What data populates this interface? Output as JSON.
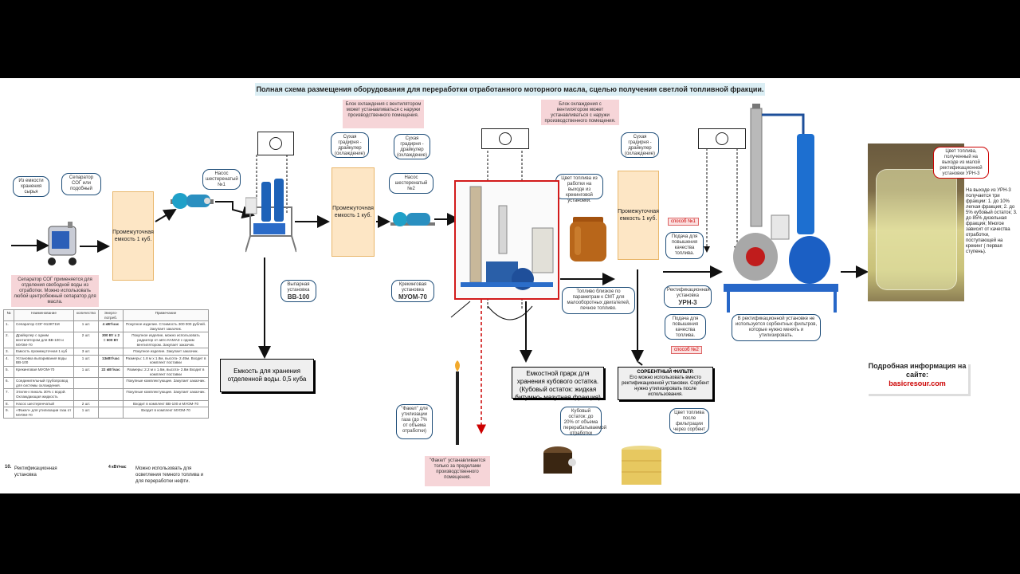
{
  "title": "Полная схема размещения оборудования для переработки отработанного моторного масла, сцелью получения светлой топливной фракции.",
  "callouts": {
    "raw_tank": "Из емкости хранения сырья",
    "separator": "Сепаратор СОГ или подобный",
    "pump1": "Насос шестеренатый №1",
    "dry_cooler1": "Сухая градирня - драйкулер (охлаждение)",
    "dry_cooler2": "Сухая градирня - драйкулер (охлаждение)",
    "pump2": "Насос шестеренатый №2",
    "fuel_color_muom": "Цвет топлива из работки на выходе из крекинговой установки.",
    "dry_cooler3": "Сухая градирня - драйкулер (охлаждение)",
    "vv100": "Выпарная установка",
    "vv100_name": "ВВ-100",
    "muom": "Крекинговая установка",
    "muom_name": "МУОМ-70",
    "fuel_similar": "Топливо близкое по параметрам к СМТ для малооборотных двигателей, печное топливо.",
    "supply_quality1": "Подача для повышения качества топлива.",
    "urn": "Ректификационная установка",
    "urn_name": "УРН-3",
    "supply_quality2": "Подача для повышения качества топлива.",
    "urn_note": "В ректификационной установке не используется сорбентных фильтров, которые нужно менять и утилизировать.",
    "fakel": "\"Факел\" для утилизации газа (до 7% от объема отработки)",
    "kubovy": "Кубовый остаток: до 20% от объема перерабатываемой отработки",
    "sorbent_color": "Цвет топлива после фильтрации через сорбент",
    "jar_label": "Цвет топлива, полученный на выходе из малой ректификационной установки УРН-3",
    "urn_output": "На выходе из УРН-3 получается три фракции: 1. до 10% легкая фракция; 2. до 5% кубовый остаток; 3. до 85% дизельная фракция; Многое зависит от качества отработки, поступающей на крекинг ( первая ступень)."
  },
  "notes": {
    "cooling1": "Блок охлаждения с вентилятором может устанавливаться с наружи производственного помещения.",
    "cooling2": "Блок охлаждения с вентилятором может устанавливаться с наружи производственного помещения.",
    "separator_note": "Сепаратор СОГ применяется для отделения свободной воды из отработки. Можно использовать любой центробежный сепаратор для масла.",
    "fakel_note": "\"Факел\" устанавливается только за пределами производственного помещения."
  },
  "tanks": {
    "t1": "Промежуточная емкость 1 куб.",
    "t2": "Промежуточная емкость 1 куб.",
    "t3": "Промежуточная емкость 1 куб."
  },
  "storage": {
    "water": "Емкость для хранения отделенной воды. 0,5 куба",
    "kubovy_park": "Емкостной прарк для хранения кубового остатка. (Кубовый остаток: жидкая битумно- мазутная фракция)",
    "sorbent_title": "СОРБЕНТНЫЙ ФИЛЬТР.",
    "sorbent_body": "Его можно использовать вместо ректификационной установки. Сорбент нужно утилизировать после использования."
  },
  "method_labels": {
    "m1": "способ №1",
    "m2": "способ №2"
  },
  "info": {
    "line1": "Подробная информация на сайте:",
    "url": "basicresour.com"
  },
  "table": {
    "headers": [
      "№",
      "Наименование",
      "количество",
      "Энерго-потреб.",
      "Примечание"
    ],
    "rows": [
      [
        "1.",
        "Сепаратор СОГ-913КТ1М",
        "1 шт.",
        "4 кВт\\час",
        "Покупное изделие. Стоимость 300 000 рублей. Закупает заказчик."
      ],
      [
        "2.",
        "Драйкулер с одним вентилятором для ВВ-100 и МУОМ-70",
        "2 шт.",
        "300 Вт x 2 = 600 Вт",
        "Покупное изделие, можно использовать радиатор от авто КАМАЗ с одним вентилятором. Закупает заказчик."
      ],
      [
        "3.",
        "Емкость промежуточная 1 куб",
        "3 шт.",
        "",
        "Покупное изделие. Закупает заказчик."
      ],
      [
        "4.",
        "Установка выпаривания воды ВВ-100",
        "1 шт.",
        "13кВт\\час",
        "Размеры: 1.8 м х 1.8м, высота- 2.45м. Входит в комплект поставки"
      ],
      [
        "5.",
        "Крекинговая МУОМ-70",
        "1 шт.",
        "22 кВт\\час",
        "Размеры: 2.2 м х 1.6м, высота- 2.8м Входит в комплект поставки"
      ],
      [
        "6.",
        "Соединительный трубопровод для системы охлаждения.",
        "",
        "",
        "Покупные комплектующие. Закупает заказчик."
      ],
      [
        "7.",
        "Этилен гликоль 30% с водой. Охлаждающая жидкость",
        "",
        "",
        "Покупные комплектующие. Закупает заказчик."
      ],
      [
        "8.",
        "Насос шестеренчатый",
        "2 шт.",
        "",
        "Входит в комплект ВВ-100 и МУОМ-70"
      ],
      [
        "9.",
        "«Факел» для утилизации газа от МУОМ-70",
        "1 шт.",
        "",
        "Входит в комплект МУОМ-70"
      ]
    ],
    "row10": [
      "10.",
      "Ректификационная установка",
      "",
      "4 кВт\\час",
      "Можно использовать для осветления темного топлива и для переработки нефти."
    ]
  }
}
